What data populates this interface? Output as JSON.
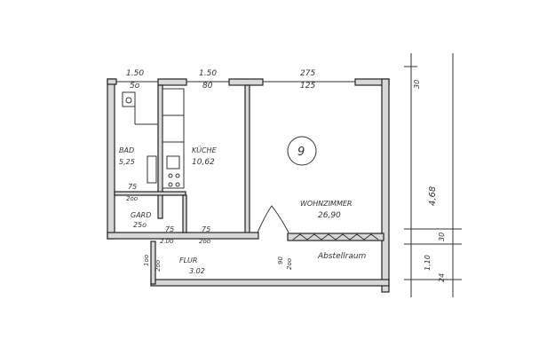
{
  "dimensions_top": {
    "bath_width": "1.50",
    "bath_window": "5o",
    "kitchen_width": "1.50",
    "kitchen_window": "80",
    "living_width": "275",
    "living_window": "125"
  },
  "rooms": {
    "bath": {
      "label": "BAD",
      "area": "5,25"
    },
    "kitchen": {
      "label": "KÜCHE",
      "area": "10,62"
    },
    "living": {
      "label": "WOHNZIMMER",
      "area": "26,90"
    },
    "wardrobe": {
      "label": "GARD",
      "area": "25o"
    },
    "hall": {
      "label": "FLUR",
      "area": "3.02"
    },
    "storage": {
      "label": "Abstellraum"
    }
  },
  "unit_number": "9",
  "door_dims": {
    "bath_door": {
      "w": "75",
      "h": "2oo"
    },
    "wardrobe_door": {
      "w": "75",
      "h": "2.00"
    },
    "kitchen_door": {
      "w": "75",
      "h": "2oo"
    },
    "entry_door": {
      "w": "1oo",
      "h": "2oo"
    },
    "living_door": {
      "w": "90",
      "h": "2oo"
    }
  },
  "section_dims": {
    "total_height": "4,68",
    "top": "30",
    "slab": "30",
    "lower": "1,10",
    "bottom": "24"
  }
}
